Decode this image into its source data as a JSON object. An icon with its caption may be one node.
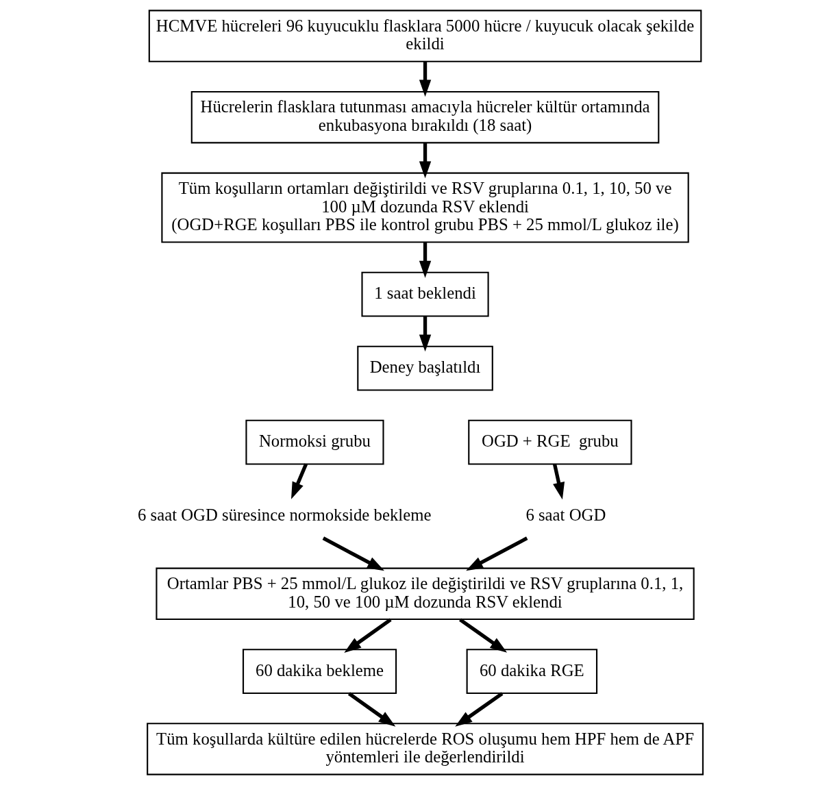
{
  "diagram": {
    "nodes": [
      {
        "text": [
          "HCMVE hücreleri 96 kuyucuklu flasklara 5000 hücre / kuyucuk olacak şekilde ekildi"
        ]
      },
      {
        "text": [
          "Hücrelerin flasklara tutunması amacıyla hücreler kültür ortamında enkubasyona bırakıldı (18 saat)"
        ]
      },
      {
        "text": [
          "Tüm koşulların ortamları değiştirildi ve RSV gruplarına 0.1, 1, 10, 50 ve 100 µM dozunda RSV eklendi",
          "(OGD+RGE koşulları PBS ile kontrol grubu PBS + 25 mmol/L glukoz ile)"
        ]
      },
      {
        "text": [
          "1 saat beklendi"
        ]
      },
      {
        "text": [
          "Deney başlatıldı"
        ]
      },
      {
        "text": [
          "Normoksi grubu"
        ]
      },
      {
        "text": [
          "OGD + RGE  grubu"
        ]
      },
      {
        "text": [
          "6 saat OGD süresince normokside bekleme"
        ]
      },
      {
        "text": [
          "6 saat OGD"
        ]
      },
      {
        "text": [
          "Ortamlar PBS + 25 mmol/L glukoz ile değiştirildi ve RSV gruplarına 0.1, 1, 10, 50 ve 100 µM dozunda RSV eklendi"
        ]
      },
      {
        "text": [
          "60 dakika bekleme"
        ]
      },
      {
        "text": [
          "60 dakika RGE"
        ]
      },
      {
        "text": [
          "Tüm koşullarda kültüre edilen hücrelerde ROS oluşumu hem HPF hem de APF yöntemleri ile değerlendirildi"
        ]
      }
    ],
    "edges": [
      {
        "from": 0,
        "to": 1,
        "arrow": "to"
      },
      {
        "from": 1,
        "to": 2,
        "arrow": "to"
      },
      {
        "from": 2,
        "to": 3,
        "arrow": "to"
      },
      {
        "from": 3,
        "to": 4,
        "arrow": "to"
      },
      {
        "from": 5,
        "to": 7,
        "arrow": "to"
      },
      {
        "from": 6,
        "to": 8,
        "arrow": "to"
      },
      {
        "from": 7,
        "to": 9,
        "arrow": "to"
      },
      {
        "from": 8,
        "to": 9,
        "arrow": "to"
      },
      {
        "from": 9,
        "to": 10,
        "arrow": "to"
      },
      {
        "from": 9,
        "to": 11,
        "arrow": "to"
      },
      {
        "from": 10,
        "to": 12,
        "arrow": "to"
      },
      {
        "from": 11,
        "to": 12,
        "arrow": "to"
      }
    ]
  }
}
